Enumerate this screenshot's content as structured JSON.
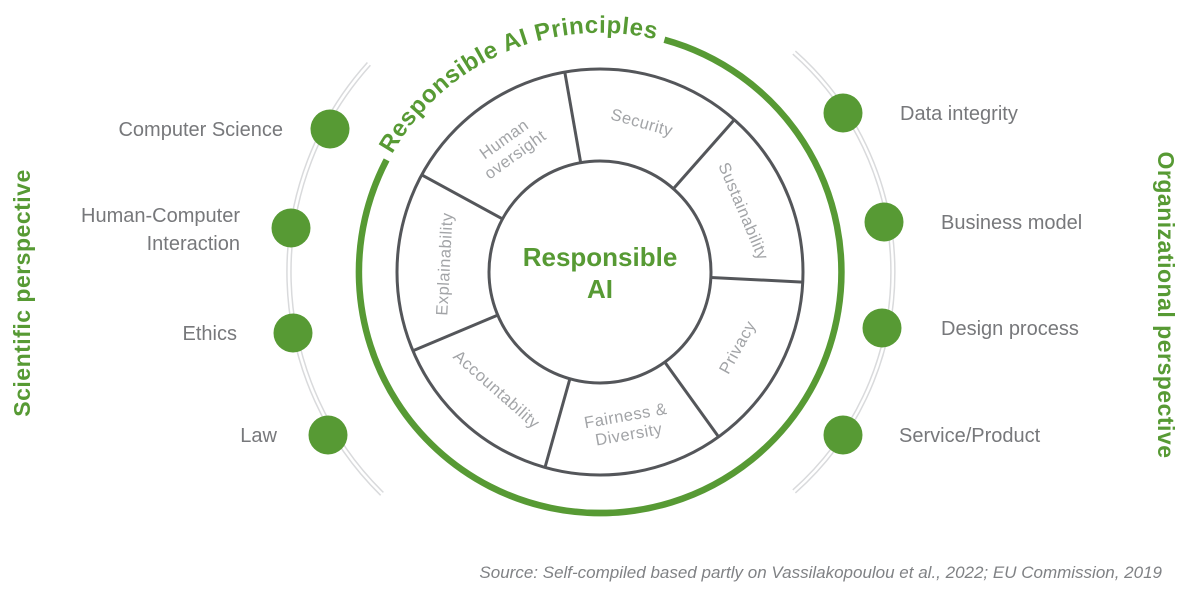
{
  "title": "Responsible AI Principles",
  "wheel": {
    "center_line1": "Responsible",
    "center_line2": "AI",
    "segments": {
      "security": "Security",
      "sustainability": "Sustainability",
      "privacy": "Privacy",
      "fairness_line1": "Fairness &",
      "fairness_line2": "Diversity",
      "accountability": "Accountability",
      "explainability": "Explainability",
      "human_oversight_line1": "Human",
      "human_oversight_line2": "oversight"
    }
  },
  "left_panel": {
    "title": "Scientific perspective",
    "items": [
      {
        "label": "Computer Science"
      },
      {
        "label_line1": "Human-Computer",
        "label_line2": "Interaction"
      },
      {
        "label": "Ethics"
      },
      {
        "label": "Law"
      }
    ]
  },
  "right_panel": {
    "title": "Organizational perspective",
    "items": [
      {
        "label": "Data integrity"
      },
      {
        "label": "Business model"
      },
      {
        "label": "Design process"
      },
      {
        "label": "Service/Product"
      }
    ]
  },
  "source": "Source: Self-compiled based partly on Vassilakopoulou et al., 2022; EU Commission, 2019",
  "colors": {
    "green": "#579a34",
    "ring_gray": "#54565a",
    "segment_label_gray": "#a2a4a7",
    "item_label_gray": "#77787b",
    "connector_gray": "#d9dadc",
    "source_gray": "#808285",
    "background": "#ffffff"
  }
}
